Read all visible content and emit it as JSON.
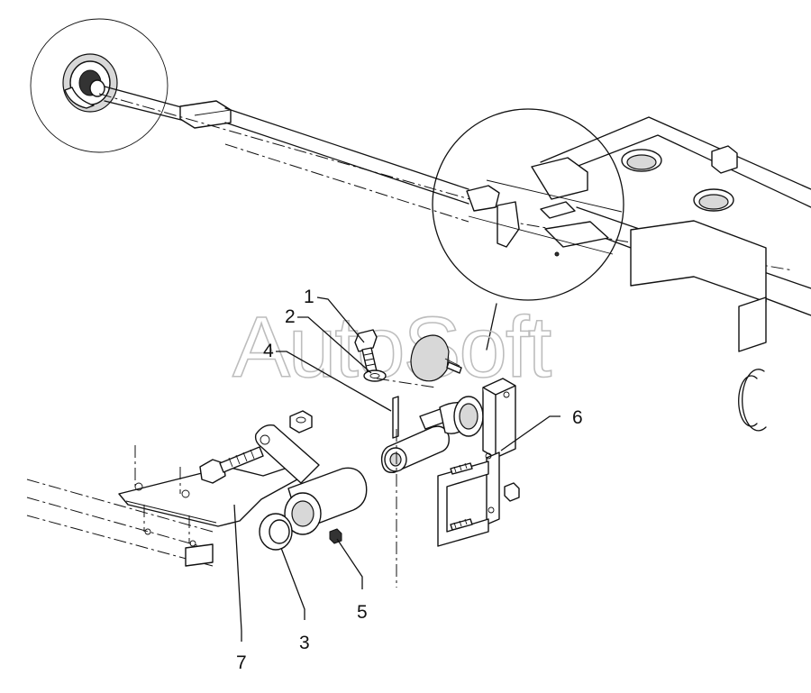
{
  "watermark": "AutoSoft",
  "callouts": {
    "c1": "1",
    "c2": "2",
    "c3": "3",
    "c4": "4",
    "c5": "5",
    "c6": "6",
    "c7": "7"
  }
}
